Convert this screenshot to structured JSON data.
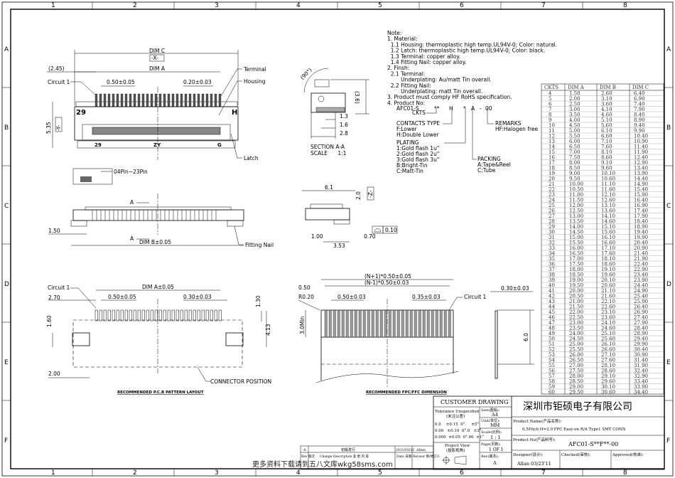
{
  "zones": {
    "columns": [
      "1",
      "2",
      "3",
      "4",
      "5",
      "6",
      "7",
      "8"
    ],
    "rows": [
      "A",
      "B",
      "C",
      "D",
      "E",
      "F"
    ]
  },
  "top_view": {
    "dim_c": "DIM C",
    "datum_x": "-X-",
    "offset": "(2.45)",
    "dim_a": "DIM A",
    "circuit1": "Circuit 1",
    "pitch": "0.50±0.05",
    "width": "0.20±0.03",
    "terminal": "Terminal",
    "housing": "Housing",
    "mark_left": "29",
    "mark_right": "H",
    "height": "5.35",
    "datum_y": "-Y-",
    "bottom_left": "29",
    "bottom_mid": "ZY",
    "bottom_right": "G",
    "latch": "Latch"
  },
  "section": {
    "angle": "(90°)",
    "height": "(3.6)",
    "d1": "1.3",
    "d2": "1.6",
    "d3": "2.8",
    "title": "SECTION A-A",
    "scale": "SCALE      1:1"
  },
  "notes": {
    "lines": [
      "Note:",
      "1. Material:",
      "  1.1 Housing: thermoplastic high temp.UL94V-0; Color: natural.",
      "  1.2 Latch: thermoplastic high temp.UL94V-0; Color: black.",
      "  1.3 Terminal: copper alloy.",
      "  1.4 Fitting Nail: copper alloy.",
      "2. Finsh:",
      "  2.1 Terminal:",
      "        Underplating: Au/matt Tin overall.",
      "  2.2 Fitting Nail:",
      "        Underplating: matt Tin overall.",
      "3. Product must comply HF RoHS specification.",
      "4. Product No:"
    ],
    "part_code": [
      "AFC01-S",
      "**",
      "H",
      "*",
      "A",
      "-",
      "00"
    ],
    "ckts": "CKTS",
    "contacts": [
      "CONTACTS TYPE",
      "F:Lower",
      "H:Double Lower"
    ],
    "plating": [
      "PLATING",
      "1:Gold flash 1u\"",
      "2:Gold flash 2u\"",
      "3:Gold flash 3u\"",
      "B:Bright-Tin",
      "C:Matt-Tin"
    ],
    "packing": [
      "PACKING",
      "A:Tape&Reel",
      "C:Tube"
    ],
    "remarks": [
      "REMARKS",
      "HF:Halogen free"
    ]
  },
  "side_view": {
    "pins": "04Pin~23Pin",
    "section_mark": "A",
    "offset": "1.50",
    "dim_b": "DIM B±0.05",
    "fitting_nail": "Fitting Nail",
    "datum_z": "-Z-"
  },
  "end_view": {
    "width": "6.1",
    "height": "2.0",
    "d1": "1.00",
    "d2": "3.53",
    "d3": "0.70",
    "flatness": "0.10"
  },
  "pcb_layout": {
    "circuit1": "Circuit 1",
    "dim_a": "DIM A±0.05",
    "d270": "2.70",
    "pitch": "0.50±0.05",
    "width": "0.30±0.03",
    "d130": "1.30",
    "d160": "1.60",
    "d413": "4.13",
    "d200": "2.00",
    "connector_position": "CONNECTOR POSITION",
    "title": "RECOMMENDED P.C.B PATTERN LAYOUT"
  },
  "fpc": {
    "n_plus": "(N+1)*0.50±0.05",
    "n_minus": "(N-1)*0.50±0.03",
    "d050": "0.50",
    "r020": "R0.20",
    "pitch": "0.50±0.03",
    "width": "0.35±0.03",
    "circuit1": "Circuit 1",
    "min": "3.0Min",
    "thickness": "0.30±0.03",
    "length": "6.0",
    "title": "RECOMMENDED FPC/FFC DIMENSION"
  },
  "table": {
    "headers": [
      "CKTS",
      "DIM A",
      "DIM B",
      "DIM C"
    ],
    "rows": [
      [
        "4",
        "1.50",
        "2.60",
        "6.40"
      ],
      [
        "5",
        "2.00",
        "3.10",
        "6.90"
      ],
      [
        "6",
        "2.50",
        "3.60",
        "7.40"
      ],
      [
        "7",
        "3.00",
        "4.10",
        "7.90"
      ],
      [
        "8",
        "3.50",
        "4.60",
        "8.40"
      ],
      [
        "9",
        "4.00",
        "5.10",
        "8.90"
      ],
      [
        "10",
        "4.50",
        "5.60",
        "9.40"
      ],
      [
        "11",
        "5.00",
        "6.10",
        "9.90"
      ],
      [
        "12",
        "5.50",
        "6.60",
        "10.40"
      ],
      [
        "13",
        "6.00",
        "7.10",
        "10.90"
      ],
      [
        "14",
        "6.50",
        "7.60",
        "11.40"
      ],
      [
        "15",
        "7.00",
        "8.10",
        "11.90"
      ],
      [
        "16",
        "7.50",
        "8.60",
        "12.40"
      ],
      [
        "17",
        "8.00",
        "9.10",
        "12.90"
      ],
      [
        "18",
        "8.50",
        "9.60",
        "13.40"
      ],
      [
        "19",
        "9.00",
        "10.10",
        "13.90"
      ],
      [
        "20",
        "9.50",
        "10.60",
        "14.40"
      ],
      [
        "21",
        "10.00",
        "11.10",
        "14.90"
      ],
      [
        "22",
        "10.50",
        "11.60",
        "15.40"
      ],
      [
        "23",
        "11.00",
        "12.10",
        "15.90"
      ],
      [
        "24",
        "11.50",
        "12.60",
        "16.40"
      ],
      [
        "25",
        "12.00",
        "13.10",
        "16.90"
      ],
      [
        "26",
        "12.50",
        "13.60",
        "17.40"
      ],
      [
        "27",
        "13.00",
        "14.10",
        "17.90"
      ],
      [
        "28",
        "13.50",
        "14.60",
        "18.40"
      ],
      [
        "29",
        "14.00",
        "15.10",
        "18.90"
      ],
      [
        "30",
        "14.50",
        "15.60",
        "19.40"
      ],
      [
        "31",
        "15.00",
        "16.10",
        "19.90"
      ],
      [
        "32",
        "15.50",
        "16.60",
        "20.40"
      ],
      [
        "33",
        "16.00",
        "17.10",
        "20.90"
      ],
      [
        "34",
        "16.50",
        "17.60",
        "21.40"
      ],
      [
        "35",
        "17.00",
        "18.10",
        "21.90"
      ],
      [
        "36",
        "17.50",
        "18.60",
        "22.40"
      ],
      [
        "37",
        "18.00",
        "19.10",
        "22.90"
      ],
      [
        "38",
        "18.50",
        "19.60",
        "23.40"
      ],
      [
        "39",
        "19.00",
        "20.10",
        "23.90"
      ],
      [
        "40",
        "19.50",
        "20.60",
        "24.40"
      ],
      [
        "41",
        "20.00",
        "21.10",
        "24.90"
      ],
      [
        "42",
        "20.50",
        "21.60",
        "25.40"
      ],
      [
        "43",
        "21.00",
        "22.10",
        "25.90"
      ],
      [
        "44",
        "21.50",
        "22.60",
        "26.40"
      ],
      [
        "45",
        "22.00",
        "23.10",
        "26.90"
      ],
      [
        "46",
        "22.50",
        "23.60",
        "27.40"
      ],
      [
        "47",
        "23.00",
        "24.10",
        "27.90"
      ],
      [
        "48",
        "23.50",
        "24.60",
        "28.40"
      ],
      [
        "49",
        "24.00",
        "25.10",
        "28.90"
      ],
      [
        "50",
        "24.50",
        "25.60",
        "29.40"
      ],
      [
        "51",
        "25.00",
        "26.10",
        "29.90"
      ],
      [
        "52",
        "25.50",
        "26.60",
        "30.40"
      ],
      [
        "53",
        "26.00",
        "27.10",
        "30.90"
      ],
      [
        "54",
        "26.50",
        "27.60",
        "31.40"
      ],
      [
        "55",
        "27.00",
        "28.10",
        "31.90"
      ],
      [
        "56",
        "27.50",
        "28.60",
        "32.40"
      ],
      [
        "57",
        "28.00",
        "29.10",
        "32.90"
      ],
      [
        "58",
        "28.50",
        "29.60",
        "33.40"
      ],
      [
        "59",
        "29.00",
        "30.10",
        "33.90"
      ],
      [
        "60",
        "29.50",
        "30.60",
        "34.40"
      ]
    ]
  },
  "title_block": {
    "customer_drawing": "CUSTOMER DRAWING",
    "company": "深圳市钜硕电子有限公司",
    "tolerance_title": "Tolerance Unspecified",
    "tolerance_cn": "(未注公差)",
    "tolerances": [
      "0.0    ±0.15  0°.    ±5°",
      "0.00   ±0.10  0°.0   ±3°",
      "0.000  ±0.05  0°.00  ±1°"
    ],
    "size_label": "Size(图幅):",
    "size": "A4",
    "unit_label": "Unit(单位):",
    "unit": "MM",
    "scale_label": "Scale(比例):",
    "scale": "1 : 1",
    "page_label": "Page(页数):",
    "page": "1 OF 1",
    "rev_label": "Rev(版本):",
    "rev": "A",
    "projection_label": "Project View",
    "projection_cn": "(投影视角)",
    "product_name_label": "Product Name(产品名称):",
    "product_name": "0.5Pitch H=2.0 FPC Easy-on R/A Type1 SMT CONN",
    "product_no_label": "Product No(产品料号):",
    "product_no": "AFC01-S**F**-00",
    "designer_label": "Designer(设计):",
    "designer": "Allan 03/23'11",
    "checked_label": "Checked(审核):",
    "approved_label": "Approved(核准):"
  },
  "revision": {
    "row": [
      "A",
      "初版发行",
      "2011/03/23",
      "Allan"
    ],
    "headers": [
      "Rev 版次",
      "Change Description 変 更 内 容",
      "Date 日期",
      "Revisor 制/修订人"
    ]
  },
  "watermark": "更多资料下载请到五八文库wkg58sms.com"
}
